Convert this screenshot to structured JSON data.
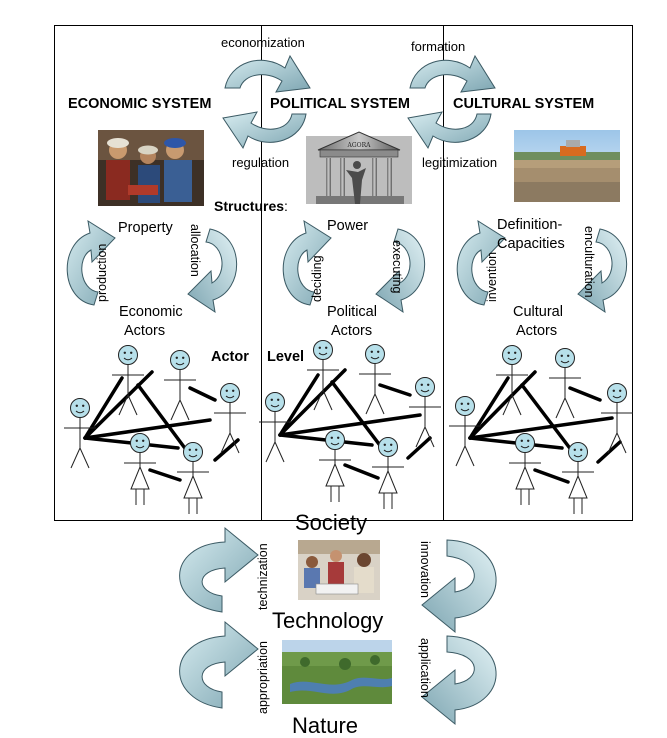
{
  "cycles_top": {
    "economization": "economization",
    "regulation": "regulation",
    "formation": "formation",
    "legitimization": "legitimization"
  },
  "systems": {
    "economic": "ECONOMIC SYSTEM",
    "political": "POLITICAL SYSTEM",
    "cultural": "CULTURAL SYSTEM"
  },
  "structures_label": "Structures",
  "structures_colon": ":",
  "economic": {
    "structure": "Property",
    "up_arrow": "production",
    "down_arrow": "allocation",
    "actors_line1": "Economic",
    "actors_line2": "Actors"
  },
  "political": {
    "structure": "Power",
    "up_arrow": "deciding",
    "down_arrow": "executing",
    "actors_line1": "Political",
    "actors_line2": "Actors"
  },
  "cultural": {
    "structure_line1": "Definition-",
    "structure_line2": "Capacities",
    "up_arrow": "invention",
    "down_arrow": "enculturation",
    "actors_line1": "Cultural",
    "actors_line2": "Actors"
  },
  "actor_level": {
    "word1": "Actor",
    "word2": "Level"
  },
  "temple_sign": "AGORA",
  "bottom": {
    "society": "Society",
    "technology": "Technology",
    "nature": "Nature",
    "technization": "technization",
    "appropriation": "appropriation",
    "innovation": "innovation",
    "application": "application"
  },
  "colors": {
    "arrow_fill": "#8fb5c0",
    "arrow_stroke": "#3b5a64",
    "line": "#000000"
  }
}
